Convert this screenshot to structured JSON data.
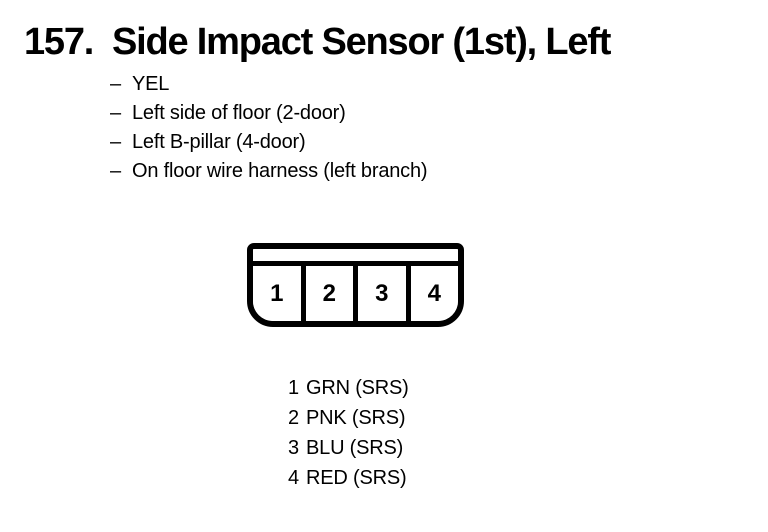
{
  "header": {
    "number": "157.",
    "title": "Side Impact Sensor (1st), Left"
  },
  "details": {
    "dash": "–",
    "items": [
      "YEL",
      "Left side of floor (2-door)",
      "Left B-pillar (4-door)",
      "On floor wire harness (left branch)"
    ]
  },
  "connector": {
    "pins": [
      {
        "number": "1",
        "color": "GRN (SRS)"
      },
      {
        "number": "2",
        "color": "PNK (SRS)"
      },
      {
        "number": "3",
        "color": "BLU (SRS)"
      },
      {
        "number": "4",
        "color": "RED (SRS)"
      }
    ]
  },
  "colors": {
    "ink": "#000000",
    "paper": "#ffffff"
  }
}
